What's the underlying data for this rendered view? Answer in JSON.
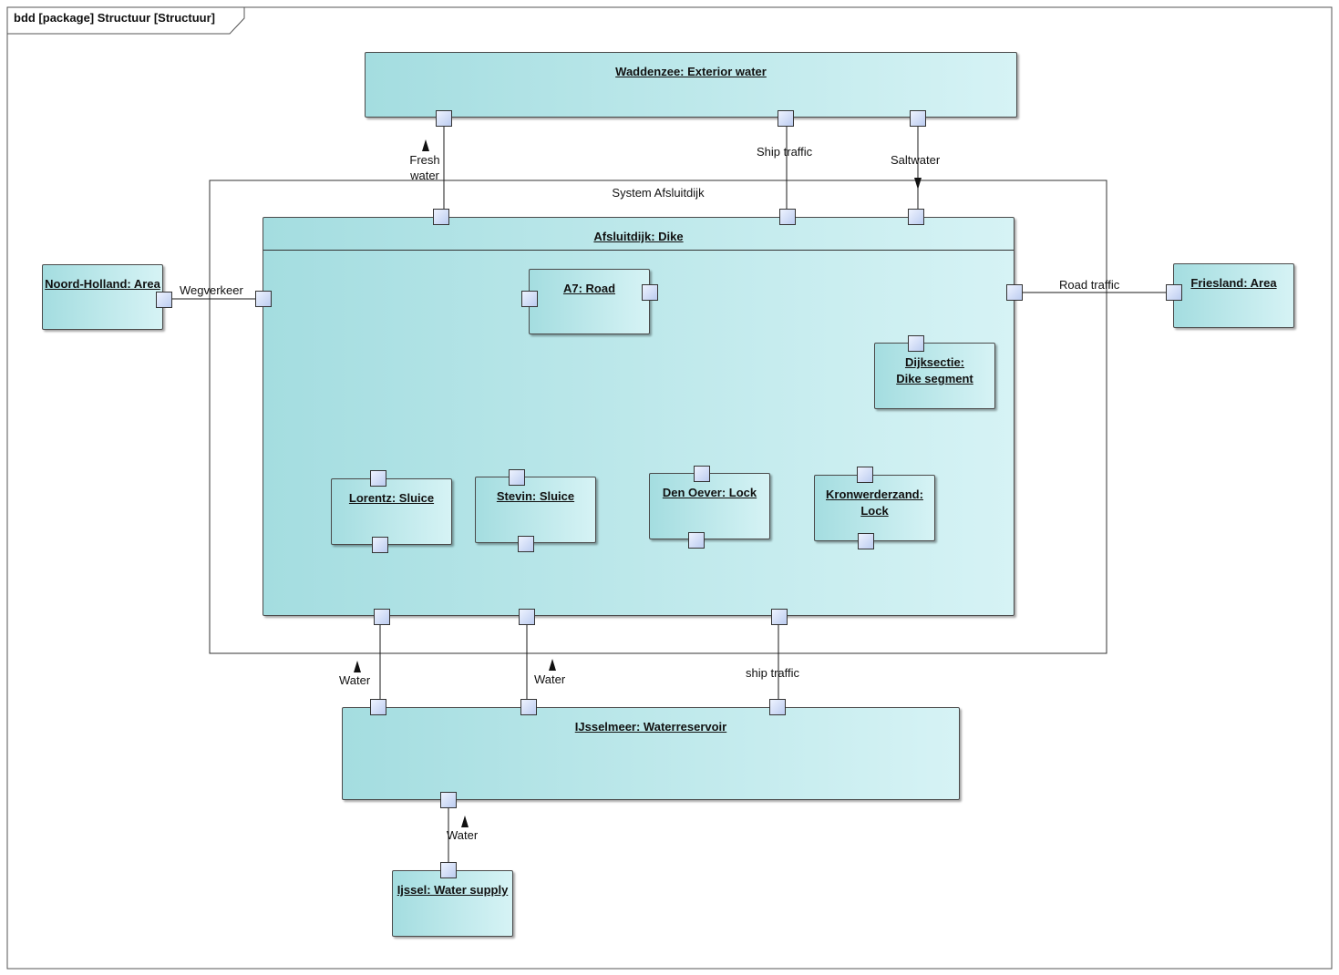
{
  "frame": {
    "title": "bdd [package] Structuur [Structuur]"
  },
  "system": {
    "title": "System Afsluitdijk"
  },
  "blocks": {
    "waddenzee": "Waddenzee: Exterior water",
    "afsluitdijk": "Afsluitdijk: Dike",
    "noord_holland": "Noord-Holland: Area",
    "friesland": "Friesland: Area",
    "a7": "A7: Road",
    "dijksectie": "Dijksectie: Dike segment",
    "lorentz": "Lorentz: Sluice",
    "stevin": "Stevin: Sluice",
    "den_oever": "Den Oever: Lock",
    "kronwerderzand": "Kronwerderzand: Lock",
    "ijsselmeer": "IJsselmeer: Waterreservoir",
    "ijssel": "Ijssel: Water supply"
  },
  "flows": {
    "fresh_water": "Fresh water",
    "ship_traffic_top": "Ship traffic",
    "saltwater": "Saltwater",
    "wegverkeer": "Wegverkeer",
    "road_traffic": "Road traffic",
    "water_lorentz": "Water",
    "water_stevin": "Water",
    "ship_traffic_bottom": "ship traffic",
    "water_ijssel": "Water"
  },
  "colors": {
    "block_fill_left": "#a4dde0",
    "block_fill_right": "#d6f3f5",
    "port_fill": "#c8d6f5",
    "line": "#1a1a1a"
  }
}
